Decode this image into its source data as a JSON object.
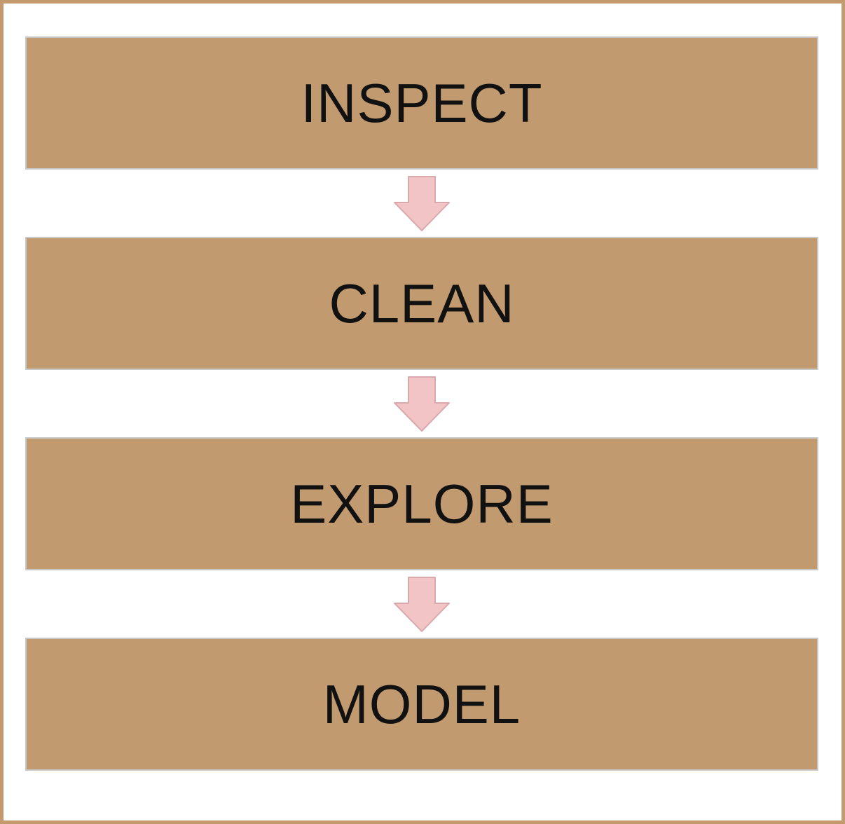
{
  "diagram": {
    "steps": [
      {
        "label": "INSPECT"
      },
      {
        "label": "CLEAN"
      },
      {
        "label": "EXPLORE"
      },
      {
        "label": "MODEL"
      }
    ],
    "colors": {
      "frame_border": "#c29a6e",
      "box_fill": "#c29a70",
      "box_border": "#c8c8c8",
      "arrow_fill": "#f2c4c6",
      "arrow_stroke": "#d8a9ad",
      "text": "#111111"
    }
  }
}
